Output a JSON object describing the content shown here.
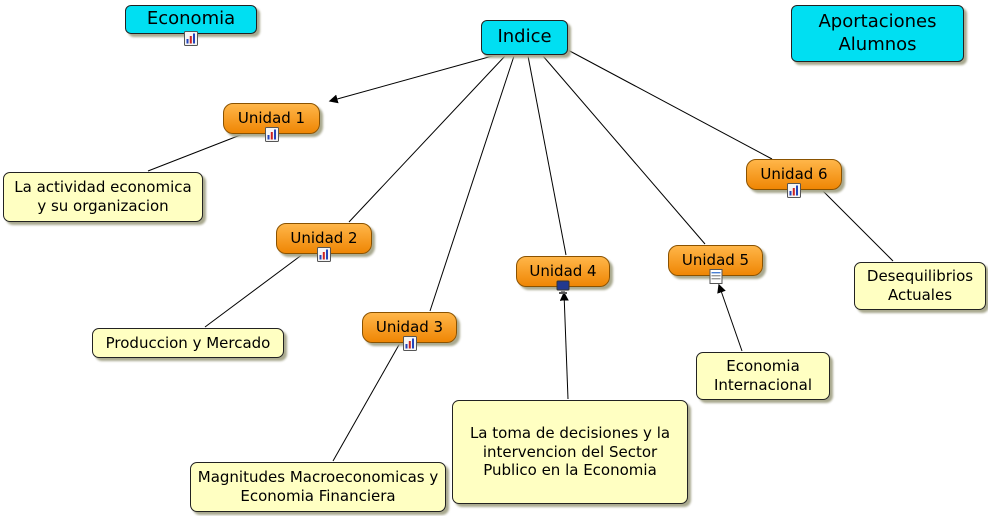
{
  "palette": {
    "concept_cyan": "#00dff2",
    "unit_orange": "#ef8604",
    "detail_yellow": "#ffffc2",
    "line_color": "#000000",
    "shadow": "#a9a98f"
  },
  "nodes": {
    "economia": {
      "label": "Economia",
      "icon": "chart-resource-icon"
    },
    "indice": {
      "label": "Indice"
    },
    "aportaciones": {
      "label": "Aportaciones Alumnos"
    },
    "unidad1": {
      "label": "Unidad 1",
      "icon": "chart-resource-icon"
    },
    "unidad2": {
      "label": "Unidad 2",
      "icon": "chart-resource-icon"
    },
    "unidad3": {
      "label": "Unidad 3",
      "icon": "chart-resource-icon"
    },
    "unidad4": {
      "label": "Unidad 4",
      "icon": "monitor-resource-icon"
    },
    "unidad5": {
      "label": "Unidad 5",
      "icon": "document-resource-icon"
    },
    "unidad6": {
      "label": "Unidad 6",
      "icon": "chart-resource-icon"
    },
    "topic1": {
      "label": "La actividad economica y su organizacion"
    },
    "topic2": {
      "label": "Produccion y Mercado"
    },
    "topic3": {
      "label": "Magnitudes Macroeconomicas y Economia Financiera"
    },
    "topic4": {
      "label": "La toma de decisiones y la intervencion del Sector Publico en la Economia"
    },
    "topic5": {
      "label": "Economia Internacional"
    },
    "topic6": {
      "label": "Desequilibrios Actuales"
    }
  }
}
